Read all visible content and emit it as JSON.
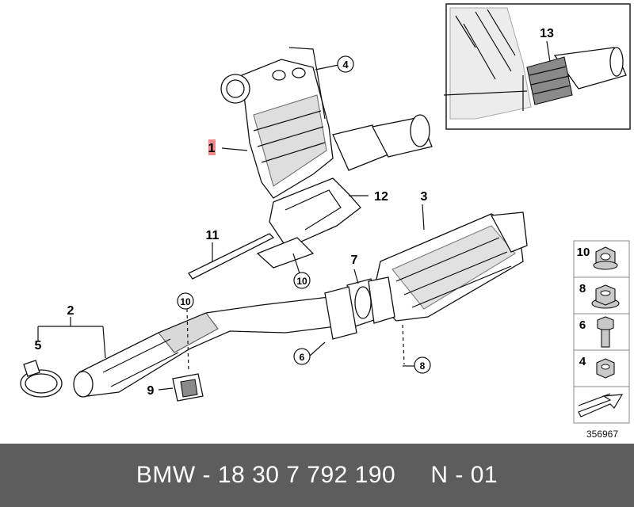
{
  "callouts": {
    "c1": "1",
    "c2": "2",
    "c3": "3",
    "c4": "4",
    "c5": "5",
    "c6": "6",
    "c7": "7",
    "c8": "8",
    "c9": "9",
    "c10a": "10",
    "c10b": "10",
    "c11": "11",
    "c12": "12",
    "c13": "13"
  },
  "legend": {
    "item10": "10",
    "item8": "8",
    "item6": "6",
    "item4": "4"
  },
  "diagram_number": "356967",
  "footer": {
    "part_text": "BMW - 18 30 7 792 190     N - 01"
  },
  "colors": {
    "highlight": "#f08a8a",
    "footer_bg": "#5d5d5d",
    "footer_text": "#ffffff"
  }
}
